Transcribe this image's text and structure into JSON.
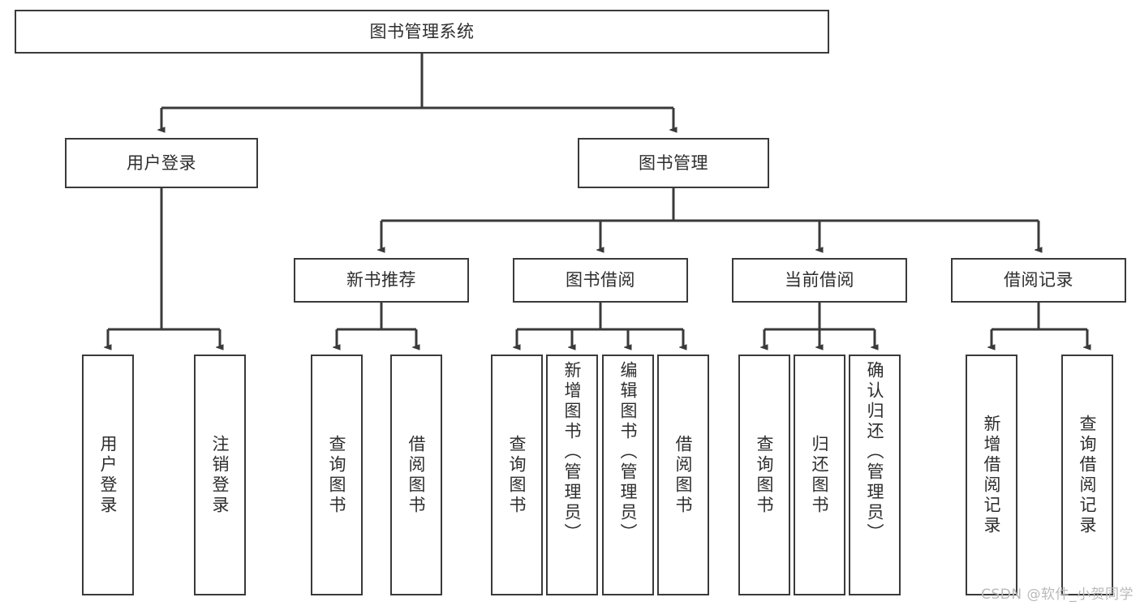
{
  "diagram": {
    "type": "hierarchy-tree",
    "title": "图书管理系统",
    "watermark": "CSDN @软件_小贺同学",
    "colors": {
      "box_border": "#3a3a3a",
      "box_fill": "#ffffff",
      "connector": "#3a3a3a",
      "text": "#2e2e2e",
      "watermark": "#b9b9b9",
      "background": "#ffffff"
    },
    "root": {
      "label": "图书管理系统"
    },
    "level2": [
      {
        "label": "用户登录"
      },
      {
        "label": "图书管理"
      }
    ],
    "level3": [
      {
        "label": "新书推荐"
      },
      {
        "label": "图书借阅"
      },
      {
        "label": "当前借阅"
      },
      {
        "label": "借阅记录"
      }
    ],
    "leaves": {
      "user_login": [
        {
          "label": "用户登录"
        },
        {
          "label": "注销登录"
        }
      ],
      "new_book_recommend": [
        {
          "label": "查询图书"
        },
        {
          "label": "借阅图书"
        }
      ],
      "book_borrow": [
        {
          "label": "查询图书"
        },
        {
          "label": "新增图书（管理员）"
        },
        {
          "label": "编辑图书（管理员）"
        },
        {
          "label": "借阅图书"
        }
      ],
      "current_borrow": [
        {
          "label": "查询图书"
        },
        {
          "label": "归还图书"
        },
        {
          "label": "确认归还（管理员）"
        }
      ],
      "borrow_record": [
        {
          "label": "新增借阅记录"
        },
        {
          "label": "查询借阅记录"
        }
      ]
    }
  }
}
